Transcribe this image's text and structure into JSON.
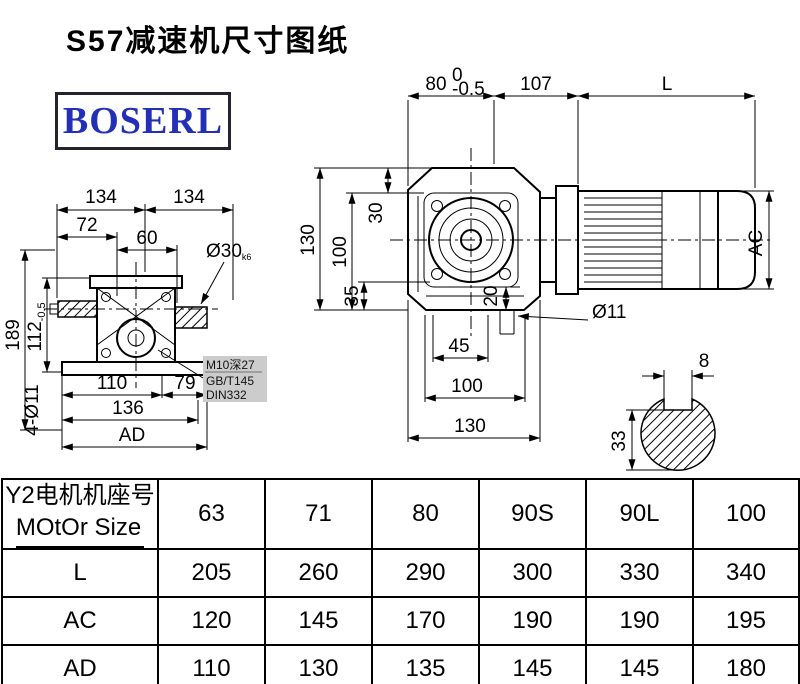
{
  "page": {
    "title": "S57减速机尺寸图纸",
    "logo_text": "BOSERL",
    "logo_color": "#2230b8"
  },
  "front_view": {
    "dim_134_left": "134",
    "dim_134_right": "134",
    "dim_72": "72",
    "dim_60": "60",
    "dim_189": "189",
    "dim_112_main": "112",
    "dim_112_tol": "-0.5",
    "dim_110": "110",
    "dim_79": "79",
    "dim_136": "136",
    "dim_AD": "AD",
    "dim_4xO11": "4-Ø11",
    "label_O30": "Ø30",
    "label_O30_suffix": "k6",
    "note_line1": "M10深27",
    "note_line2": "GB/T145",
    "note_line3": "DIN332"
  },
  "side_view": {
    "dim_80_main": "80",
    "dim_80_tol_top": "0",
    "dim_80_tol_bottom": "-0.5",
    "dim_107": "107",
    "dim_L": "L",
    "dim_130_vert": "130",
    "dim_100_vert": "100",
    "dim_30": "30",
    "dim_35": "35",
    "dim_20": "20",
    "dim_45": "45",
    "dim_100_horiz": "100",
    "dim_130_horiz": "130",
    "label_O11": "Ø11",
    "dim_AC": "AC"
  },
  "shaft_view": {
    "dim_8": "8",
    "dim_33": "33"
  },
  "table": {
    "header_line1": "Y2电机机座号",
    "header_line2": "MOtOr Size",
    "columns": [
      "63",
      "71",
      "80",
      "90S",
      "90L",
      "100"
    ],
    "rows": [
      {
        "label": "L",
        "values": [
          "205",
          "260",
          "290",
          "300",
          "330",
          "340"
        ]
      },
      {
        "label": "AC",
        "values": [
          "120",
          "145",
          "170",
          "190",
          "190",
          "195"
        ]
      },
      {
        "label": "AD",
        "values": [
          "110",
          "130",
          "135",
          "145",
          "145",
          "180"
        ]
      }
    ]
  }
}
